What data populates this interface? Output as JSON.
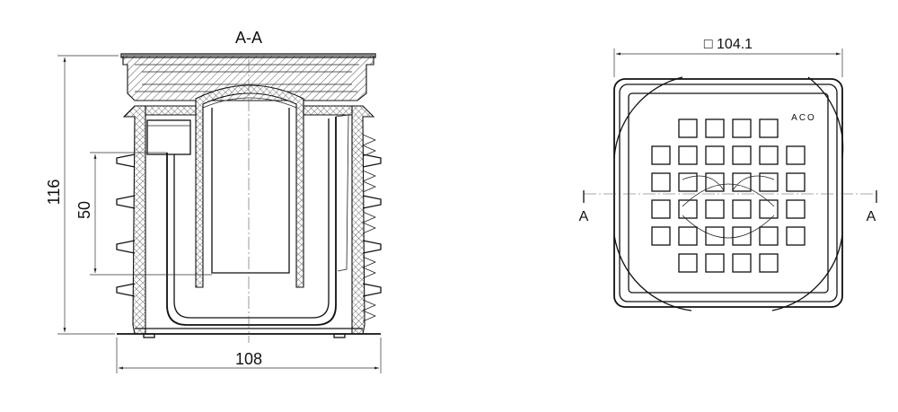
{
  "section_view": {
    "title": "A-A",
    "dim_height_total": "116",
    "dim_height_inner": "50",
    "dim_width": "108"
  },
  "top_view": {
    "dim_square": "□ 104.1",
    "brand_mark": "ACO",
    "section_marker_left": "A",
    "section_marker_right": "A"
  }
}
